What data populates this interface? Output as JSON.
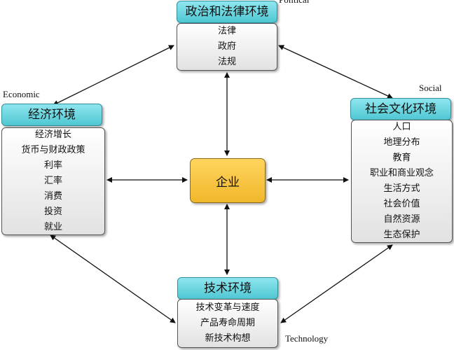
{
  "center": {
    "label": "企业"
  },
  "political": {
    "english": "Political",
    "title": "政治和法律环境",
    "items": [
      "法律",
      "政府",
      "法规"
    ]
  },
  "economic": {
    "english": "Economic",
    "title": "经济环境",
    "items": [
      "经济增长",
      "货币与财政政策",
      "利率",
      "汇率",
      "消费",
      "投资",
      "就业"
    ]
  },
  "social": {
    "english": "Social",
    "title": "社会文化环境",
    "items": [
      "人口",
      "地理分布",
      "教育",
      "职业和商业观念",
      "生活方式",
      "社会价值",
      "自然资源",
      "生态保护"
    ]
  },
  "technology": {
    "english": "Technology",
    "title": "技术环境",
    "items": [
      "技术变革与速度",
      "产品寿命周期",
      "新技术构想"
    ]
  }
}
